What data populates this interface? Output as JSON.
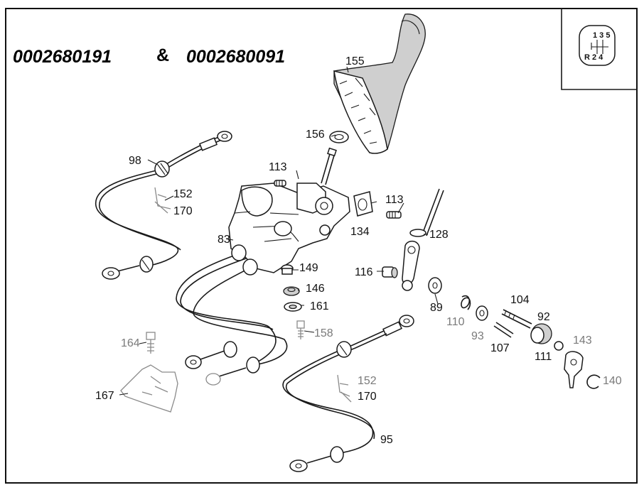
{
  "title": {
    "part_a": "0002680191",
    "amp": "&",
    "part_b": "0002680091"
  },
  "gear_pattern": {
    "top": "1 3 5",
    "bottom": "R 2 4"
  },
  "labels": {
    "l155": "155",
    "l156": "156",
    "l113a": "113",
    "l113b": "113",
    "l98": "98",
    "l152a": "152",
    "l170a": "170",
    "l83": "83",
    "l134": "134",
    "l128": "128",
    "l149": "149",
    "l146": "146",
    "l161": "161",
    "l116": "116",
    "l89": "89",
    "l110": "110",
    "l93": "93",
    "l104": "104",
    "l92": "92",
    "l107": "107",
    "l111": "111",
    "l143": "143",
    "l140": "140",
    "l158": "158",
    "l164": "164",
    "l167": "167",
    "l152b": "152",
    "l170b": "170",
    "l95": "95"
  }
}
